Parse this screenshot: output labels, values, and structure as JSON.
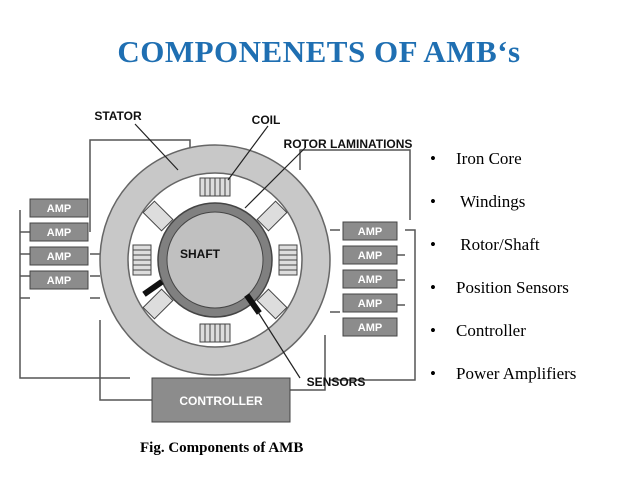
{
  "title": "COMPONENETS OF AMB‘s",
  "diagram": {
    "labels": {
      "stator": "STATOR",
      "coil": "COIL",
      "rotor_laminations": "ROTOR LAMINATIONS",
      "shaft": "SHAFT",
      "sensors": "SENSORS",
      "controller": "CONTROLLER"
    },
    "amp_left": [
      "AMP",
      "AMP",
      "AMP",
      "AMP"
    ],
    "amp_right": [
      "AMP",
      "AMP",
      "AMP",
      "AMP",
      "AMP"
    ],
    "colors": {
      "stator": "#c8c8c8",
      "rotor": "#808080",
      "shaft": "#c0c0c0",
      "amp": "#8c8c8c",
      "controller": "#8c8c8c"
    }
  },
  "bullets": [
    "Iron Core",
    " Windings",
    " Rotor/Shaft",
    "Position Sensors",
    "Controller",
    "Power Amplifiers"
  ],
  "caption": "Fig. Components of AMB"
}
